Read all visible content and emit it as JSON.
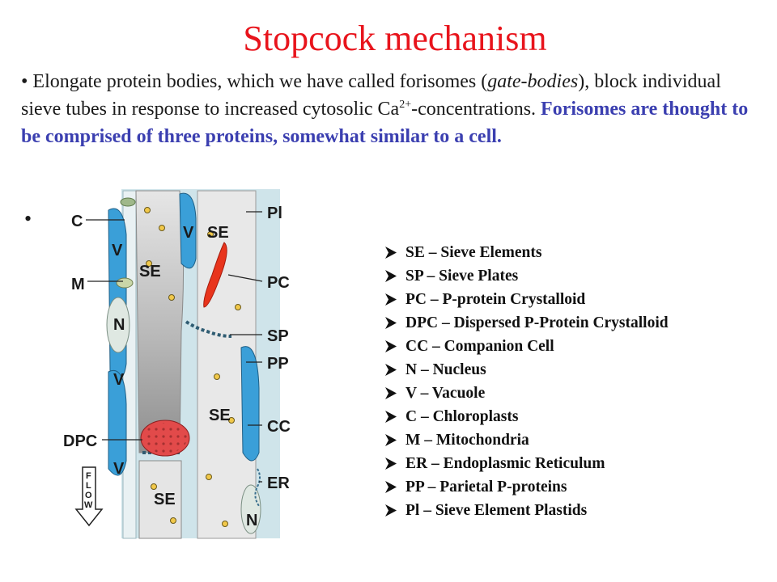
{
  "title": "Stopcock mechanism",
  "paragraph": {
    "bullet": "•",
    "part1": " Elongate protein bodies, which we have called forisomes (",
    "italic": "gate-bodies",
    "part2": "), block individual sieve tubes in response to increased cytosolic Ca",
    "superscript": "2+",
    "part3": "-concentrations. ",
    "highlight": "Forisomes are thought to be comprised of three proteins, somewhat similar to a cell."
  },
  "second_bullet": "•",
  "diagram": {
    "labels": {
      "c": "C",
      "m": "M",
      "n": "N",
      "v_left": "V",
      "v_left2": "V",
      "v_left3": "V",
      "se_top": "SE",
      "se_mid": "SE",
      "se_right": "SE",
      "se_bottom": "SE",
      "v_right": "V",
      "n_right": "N",
      "dpc": "DPC",
      "pl": "Pl",
      "pc": "PC",
      "sp": "SP",
      "pp": "PP",
      "cc": "CC",
      "er": "ER"
    },
    "flow_letters": [
      "F",
      "L",
      "O",
      "W"
    ],
    "colors": {
      "cytoplasm": "#d6e7ee",
      "vacuole": "#3a9fd8",
      "sieve_element": "#e4e4e4",
      "crystalloid": "#e8341c",
      "dispersed": "#e24a4a",
      "wall": "#c9a86a"
    }
  },
  "legend": [
    "SE – Sieve Elements",
    "SP – Sieve Plates",
    "PC – P-protein Crystalloid",
    "DPC – Dispersed P-Protein Crystalloid",
    "CC – Companion Cell",
    "N – Nucleus",
    "V – Vacuole",
    "C – Chloroplasts",
    "M – Mitochondria",
    "ER – Endoplasmic Reticulum",
    "PP – Parietal P-proteins",
    "Pl – Sieve Element Plastids"
  ],
  "legend_icon": "arrowhead-bullet-icon"
}
